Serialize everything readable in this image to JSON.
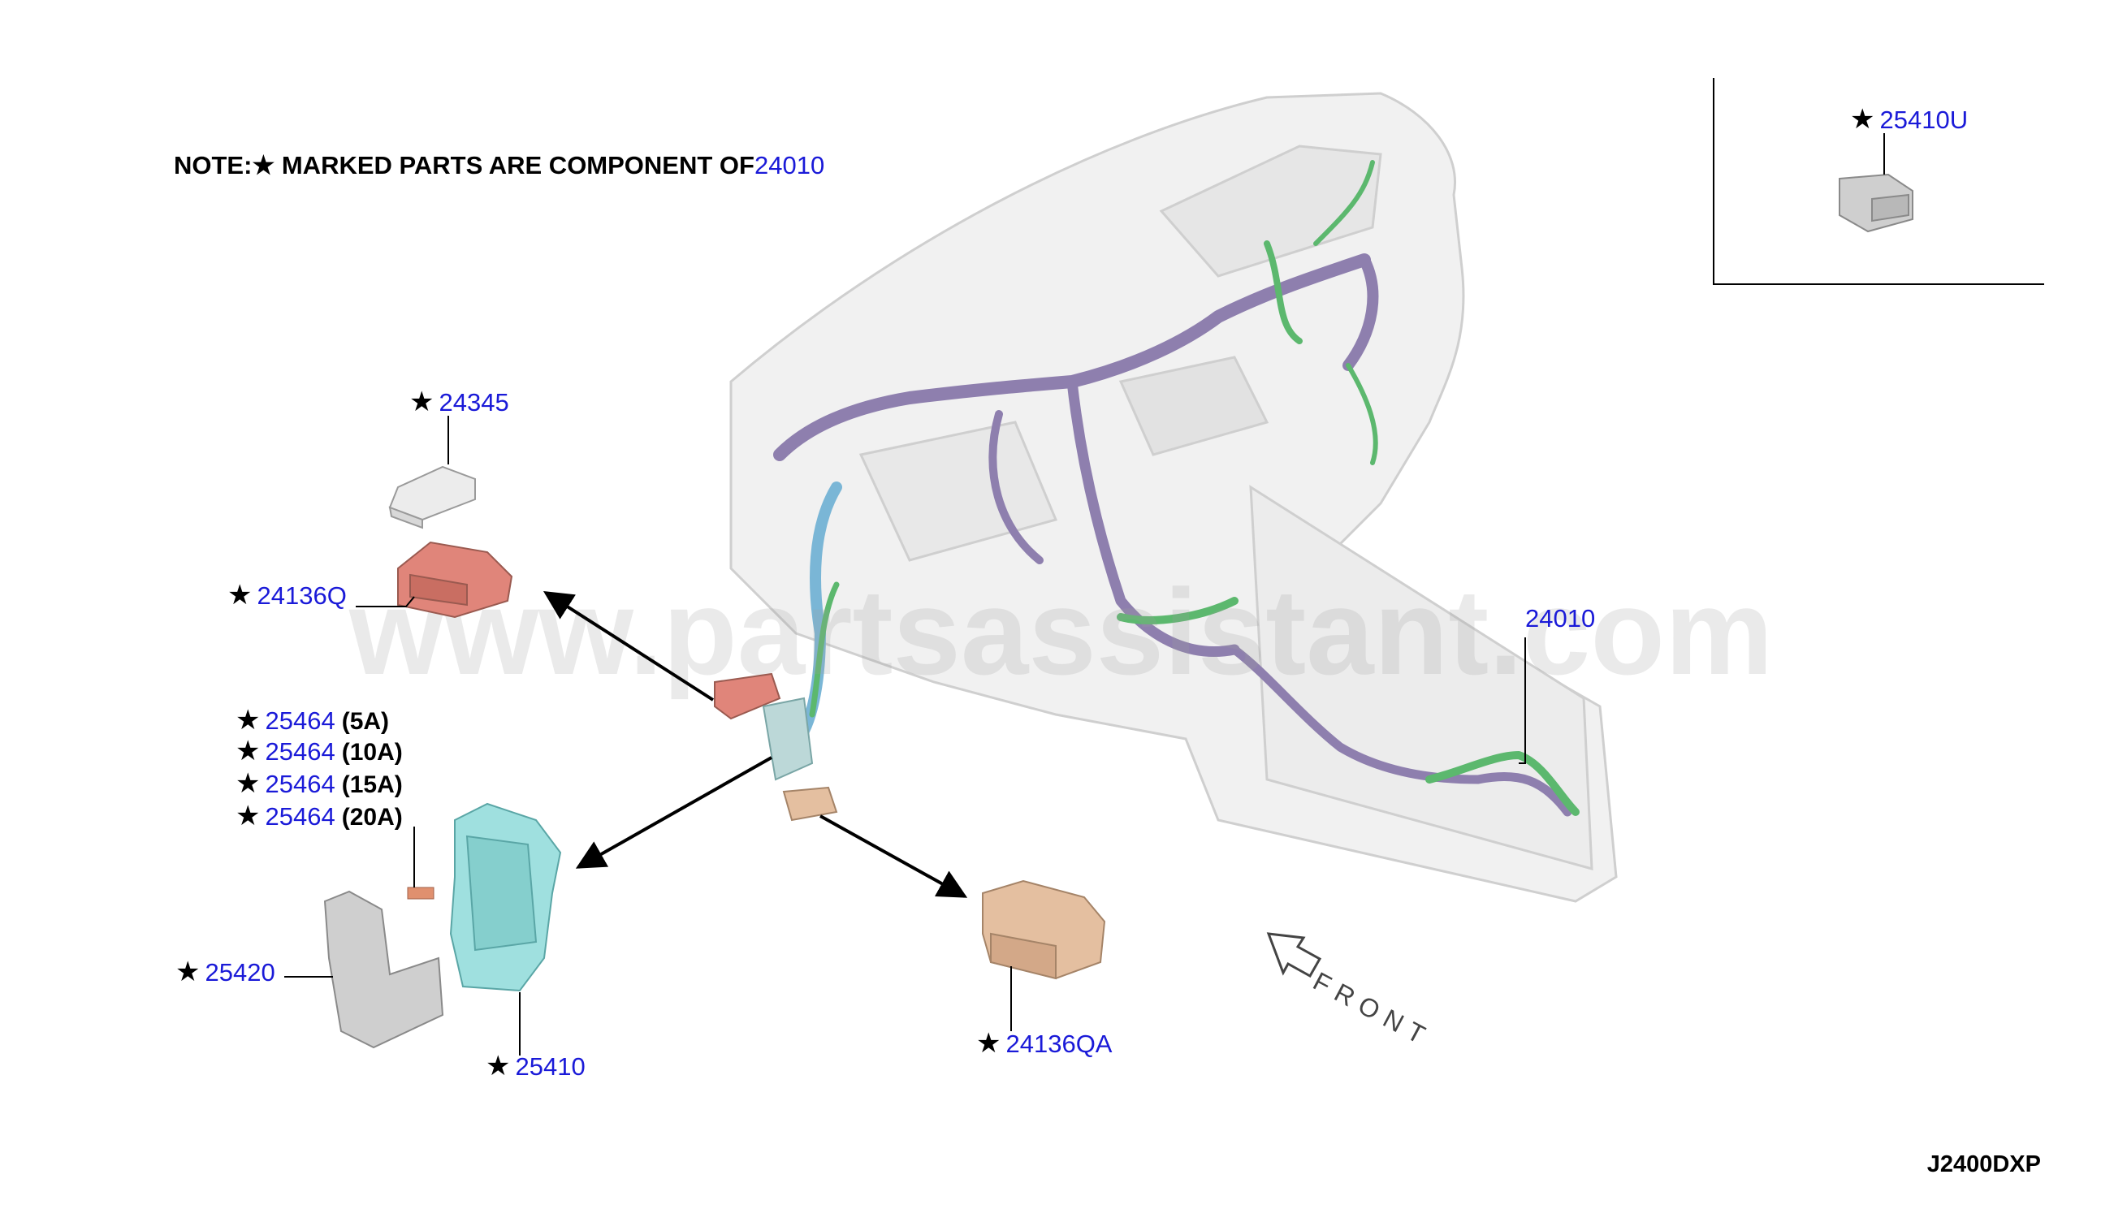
{
  "note": {
    "prefix": "NOTE:",
    "star": "★",
    "text": "MARKED PARTS ARE COMPONENT OF",
    "ref": "24010"
  },
  "labels": {
    "p24345": {
      "star": "★",
      "part": "24345"
    },
    "p24136Q": {
      "star": "★",
      "part": "24136Q"
    },
    "p25464_5": {
      "star": "★",
      "part": "25464",
      "rating": "(5A)"
    },
    "p25464_10": {
      "star": "★",
      "part": "25464",
      "rating": "(10A)"
    },
    "p25464_15": {
      "star": "★",
      "part": "25464",
      "rating": "(15A)"
    },
    "p25464_20": {
      "star": "★",
      "part": "25464",
      "rating": "(20A)"
    },
    "p25420": {
      "star": "★",
      "part": "25420"
    },
    "p25410": {
      "star": "★",
      "part": "25410"
    },
    "p24136QA": {
      "star": "★",
      "part": "24136QA"
    },
    "p24010": {
      "part": "24010"
    },
    "p25410U": {
      "star": "★",
      "part": "25410U"
    }
  },
  "front_label": "FRONT",
  "watermark": "www.partsassistant.com",
  "diagram_code": "J2400DXP",
  "colors": {
    "part_number": "#1a1ad8",
    "harness_purple": "#8e7fae",
    "harness_green": "#5cb86e",
    "harness_blue": "#7ab6d6",
    "fuse_block": "#9fe0df",
    "relay_red": "#e0857a",
    "relay_tan": "#e4bfa0"
  }
}
